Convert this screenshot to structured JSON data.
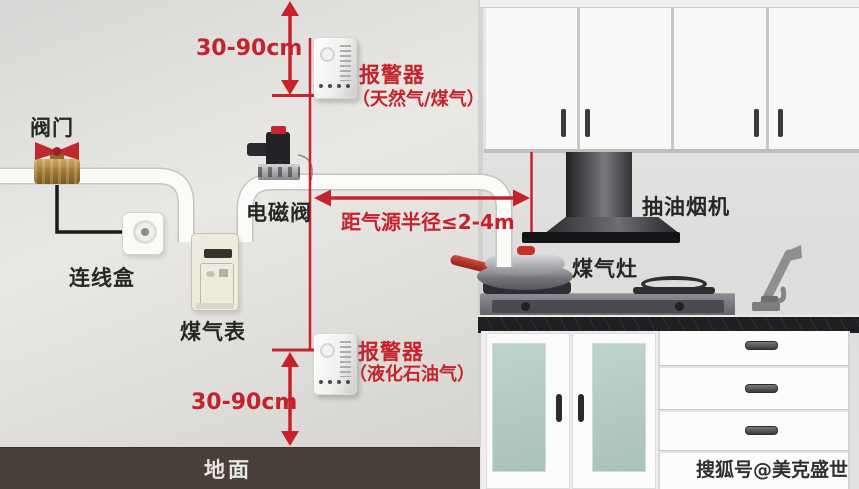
{
  "diagram": {
    "annotations": {
      "distance_top": "30-90cm",
      "distance_bottom": "30-90cm",
      "distance_radius": "距气源半径≤2-4m"
    },
    "labels": {
      "valve": "阀门",
      "junction_box": "连线盒",
      "gas_meter": "煤气表",
      "solenoid_valve": "电磁阀",
      "ground": "地面",
      "alarm_natural_gas_title": "报警器",
      "alarm_natural_gas_sub": "（天然气/煤气）",
      "alarm_lpg_title": "报警器",
      "alarm_lpg_sub": "（液化石油气）"
    }
  },
  "kitchen": {
    "labels": {
      "range_hood": "抽油烟机",
      "gas_stove": "煤气灶"
    }
  },
  "watermark": {
    "text": "搜狐号@美克盛世"
  },
  "colors": {
    "annotation_red": "#c4232b",
    "ground_brown": "#4b3e36",
    "cabinet_glass_teal": "#b0c8c1",
    "valve_brass": "#b08a3e",
    "counter_black": "#201e22",
    "pipe_white": "#fbfbfa"
  }
}
